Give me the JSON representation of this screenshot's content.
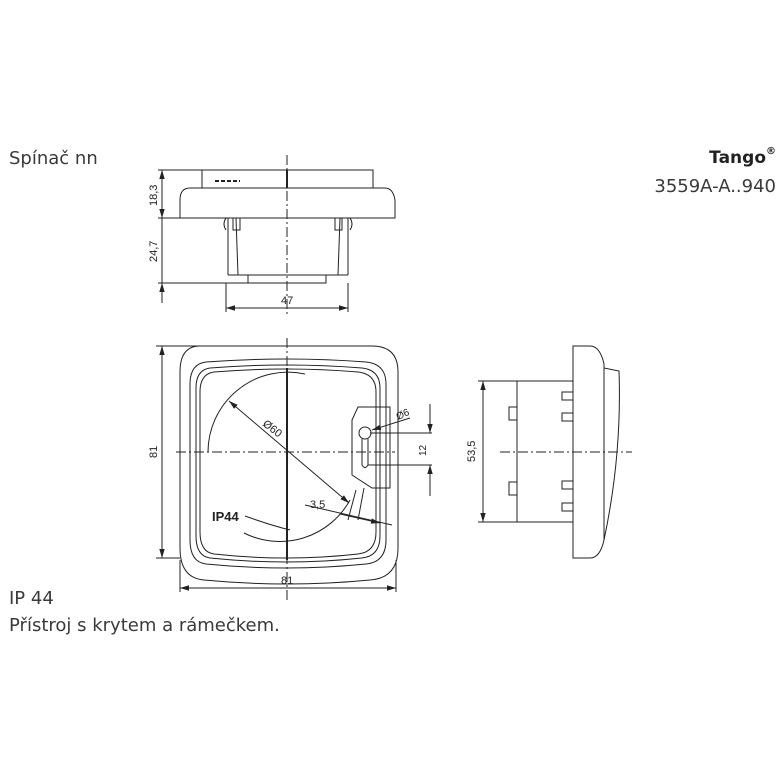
{
  "header": {
    "product_type": "Spínač nn",
    "brand": "Tango",
    "brand_mark": "®",
    "model_code": "3559A-A..940"
  },
  "footer": {
    "protection": "IP 44",
    "description": "Přístroj s krytem a rámečkem."
  },
  "drawing": {
    "top_view": {
      "dim_height_upper": "18,3",
      "dim_height_lower": "24,7",
      "dim_width": "47"
    },
    "front_view": {
      "dim_height": "81",
      "dim_width": "81",
      "dim_diameter": "Ø60",
      "dim_hole": "Ø6",
      "dim_hole_spacing": "12",
      "dim_offset": "3,5",
      "marking": "IP44"
    },
    "side_view": {
      "dim_height": "53,5"
    }
  },
  "colors": {
    "line": "#222222",
    "text": "#3a3a3a",
    "background": "#ffffff"
  }
}
